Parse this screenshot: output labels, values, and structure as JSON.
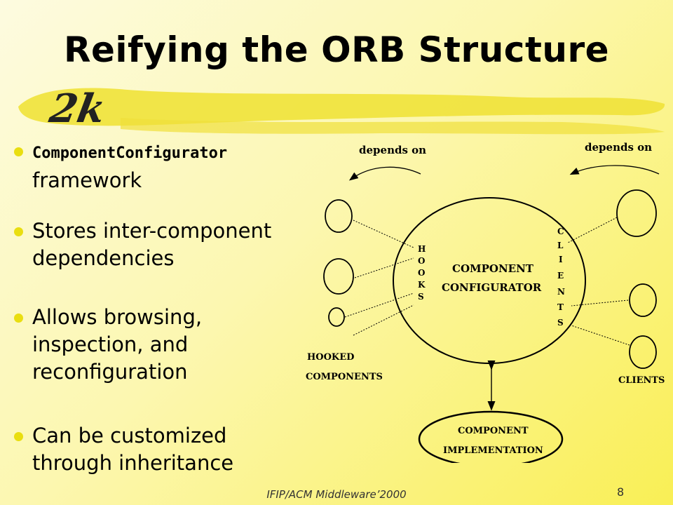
{
  "slide": {
    "title": "Reifying the ORB Structure",
    "logo_text": "2k",
    "bullets": [
      {
        "code": "ComponentConfigurator",
        "text": "framework"
      },
      {
        "text": "Stores inter-component dependencies"
      },
      {
        "text": "Allows browsing, inspection, and reconfiguration"
      },
      {
        "text": "Can be customized through inheritance"
      }
    ],
    "footer": "IFIP/ACM Middleware’2000",
    "page_number": "8"
  },
  "diagram": {
    "depends_on_left": "depends on",
    "depends_on_right": "depends on",
    "hooks_letters": [
      "H",
      "O",
      "O",
      "K",
      "S"
    ],
    "clients_letters": [
      "C",
      "L",
      "I",
      "E",
      "N",
      "T",
      "S"
    ],
    "configurator_line1": "COMPONENT",
    "configurator_line2": "CONFIGURATOR",
    "hooked_line1": "HOOKED",
    "hooked_line2": "COMPONENTS",
    "clients_label": "CLIENTS",
    "implementation_line1": "COMPONENT",
    "implementation_line2": "IMPLEMENTATION"
  },
  "colors": {
    "background_light": "#fdfbe0",
    "background_dark": "#f9ef55",
    "bullet_dot": "#e9de10",
    "brush_stroke": "#f0e23a"
  }
}
